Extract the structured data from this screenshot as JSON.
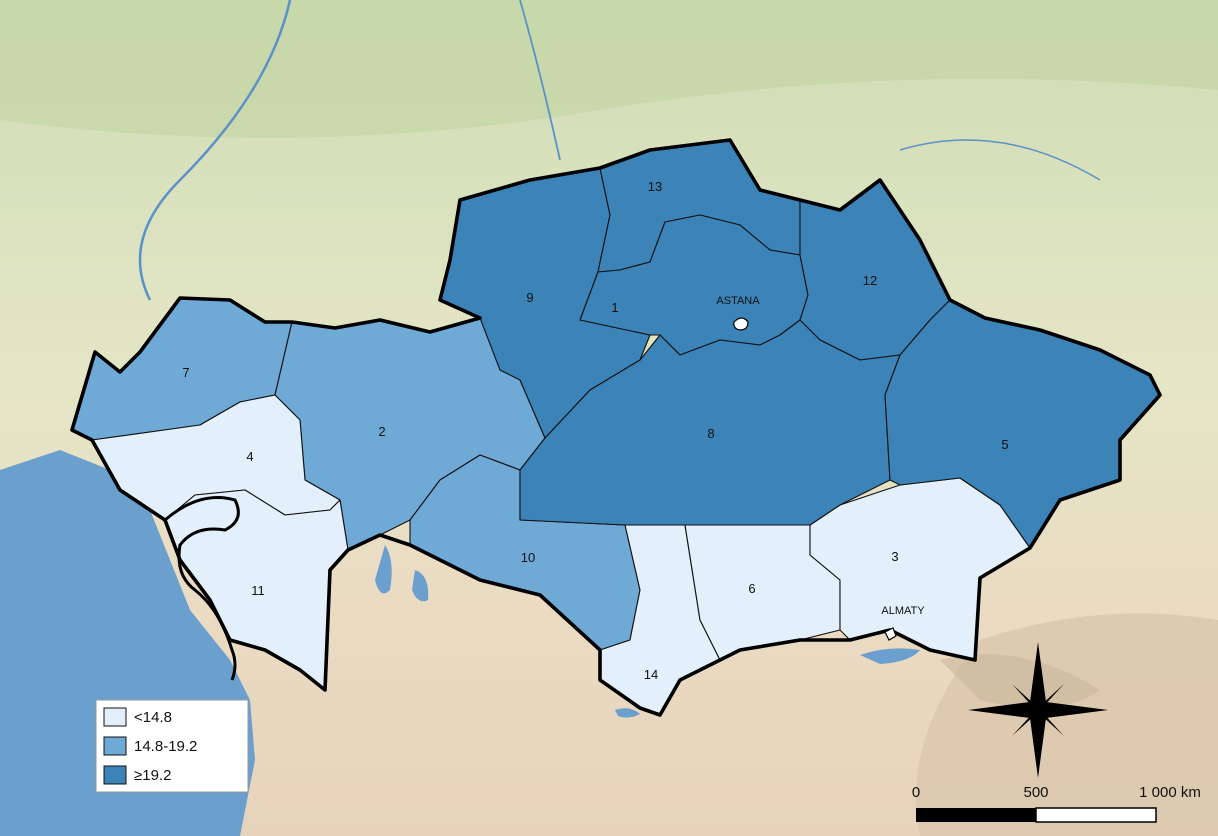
{
  "colors": {
    "low": "#e3effa",
    "mid": "#6fa9d6",
    "high": "#3c83b8",
    "water": "#6a9fce",
    "land_north": "#dfe6c9",
    "land_south": "#ebdcc6"
  },
  "legend": {
    "items": [
      {
        "label": "<14.8",
        "class": "low"
      },
      {
        "label": "14.8-19.2",
        "class": "mid"
      },
      {
        "label": "≥19.2",
        "class": "high"
      }
    ]
  },
  "regions": [
    {
      "id": "1",
      "class": "high"
    },
    {
      "id": "2",
      "class": "mid"
    },
    {
      "id": "3",
      "class": "low"
    },
    {
      "id": "4",
      "class": "low"
    },
    {
      "id": "5",
      "class": "high"
    },
    {
      "id": "6",
      "class": "low"
    },
    {
      "id": "7",
      "class": "mid"
    },
    {
      "id": "8",
      "class": "high"
    },
    {
      "id": "9",
      "class": "high"
    },
    {
      "id": "10",
      "class": "mid"
    },
    {
      "id": "11",
      "class": "low"
    },
    {
      "id": "12",
      "class": "high"
    },
    {
      "id": "13",
      "class": "high"
    },
    {
      "id": "14",
      "class": "low"
    }
  ],
  "cities": {
    "astana": "ASTANA",
    "almaty": "ALMATY"
  },
  "scale_bar": {
    "ticks": [
      "0",
      "500",
      "1 000 km"
    ]
  },
  "icons": {
    "north_arrow": "compass-rose-icon"
  }
}
